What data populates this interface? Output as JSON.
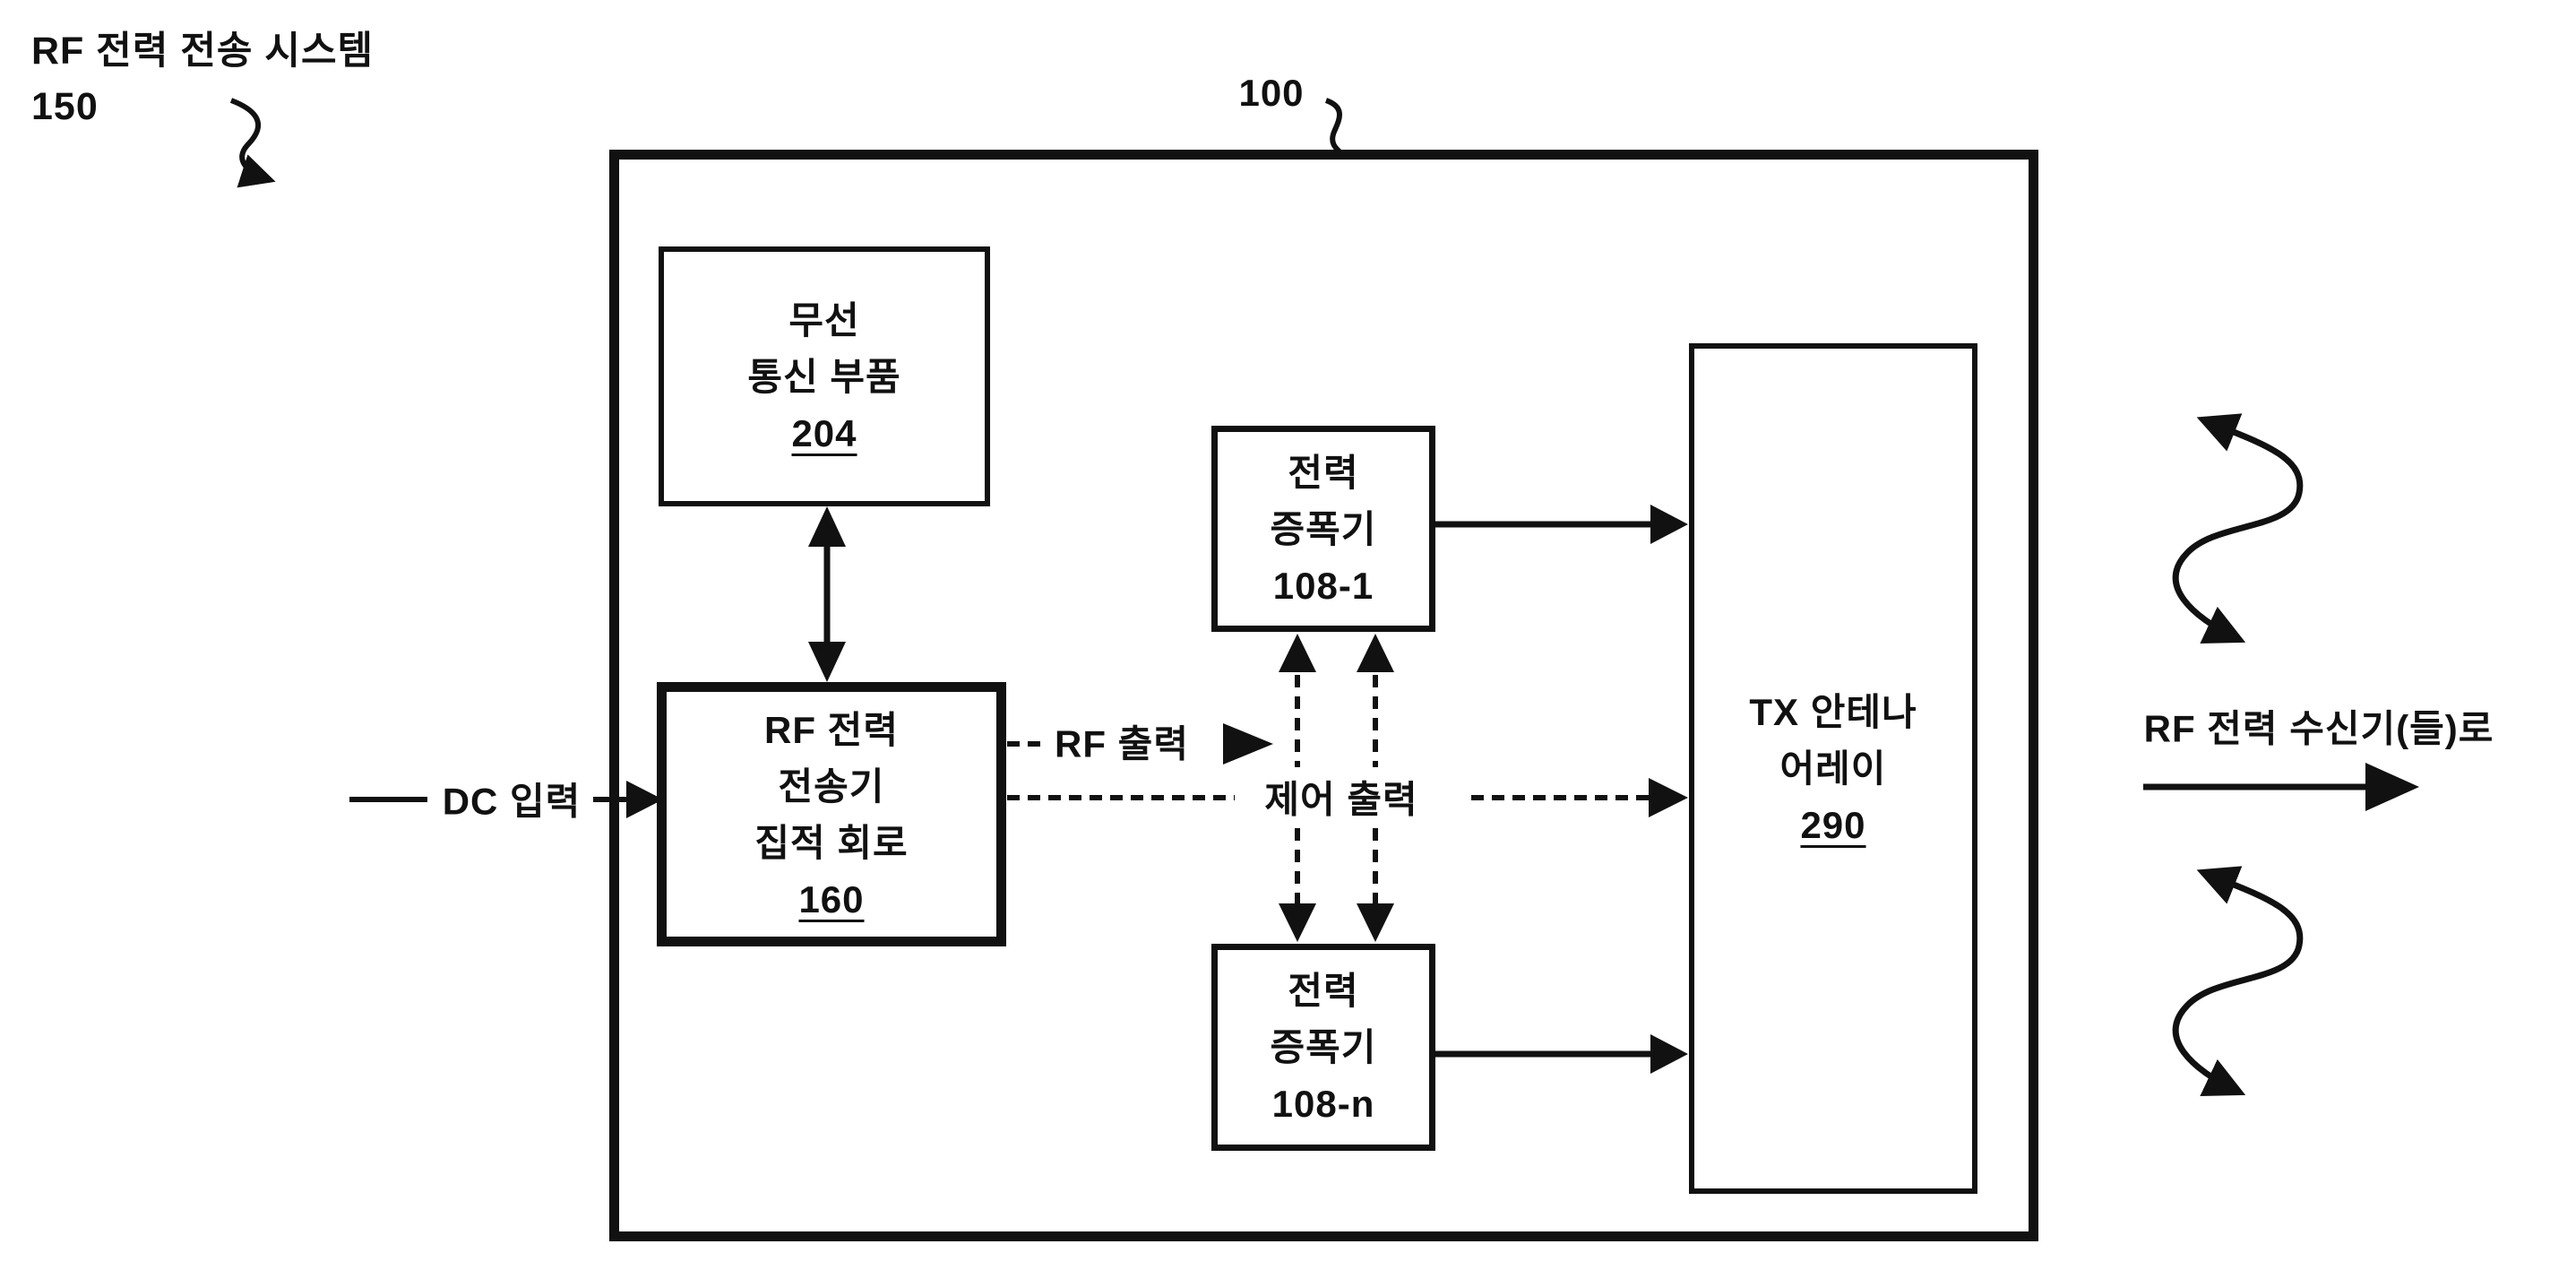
{
  "title": {
    "text": "RF 전력 전송 시스템",
    "ref": "150"
  },
  "outer_box": {
    "ref": "100"
  },
  "blocks": {
    "wireless": {
      "line1": "무선",
      "line2": "통신 부품",
      "ref": "204"
    },
    "rfic": {
      "line1": "RF 전력",
      "line2": "전송기",
      "line3": "집적 회로",
      "ref": "160"
    },
    "pa1": {
      "line1": "전력",
      "line2": "증폭기",
      "line3": "108-1"
    },
    "pan": {
      "line1": "전력",
      "line2": "증폭기",
      "line3": "108-n"
    },
    "tx": {
      "line1": "TX 안테나",
      "line2": "어레이",
      "ref": "290"
    }
  },
  "labels": {
    "dc_input": "DC 입력",
    "rf_output": "RF 출력",
    "control_output": "제어 출력",
    "to_receivers": "RF 전력 수신기(들)로"
  },
  "colors": {
    "ink": "#111111",
    "background": "#ffffff"
  }
}
